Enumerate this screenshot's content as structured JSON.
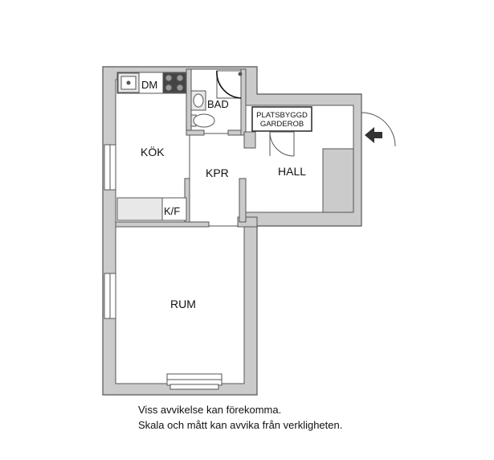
{
  "rooms": {
    "kitchen": "KÖK",
    "corridor": "KPR",
    "hall": "HALL",
    "bathroom": "BAD",
    "living_room": "RUM",
    "dishwasher": "DM",
    "fridge_freezer": "K/F",
    "wardrobe_line1": "PLATSBYGGD",
    "wardrobe_line2": "GARDEROB"
  },
  "disclaimer": {
    "line1": "Viss avvikelse kan förekomma.",
    "line2": "Skala och mått kan avvika från verkligheten."
  },
  "colors": {
    "wall": "#cbcbcb",
    "outline": "#555555",
    "floor": "#ffffff",
    "fixture": "#e8e8e8"
  }
}
